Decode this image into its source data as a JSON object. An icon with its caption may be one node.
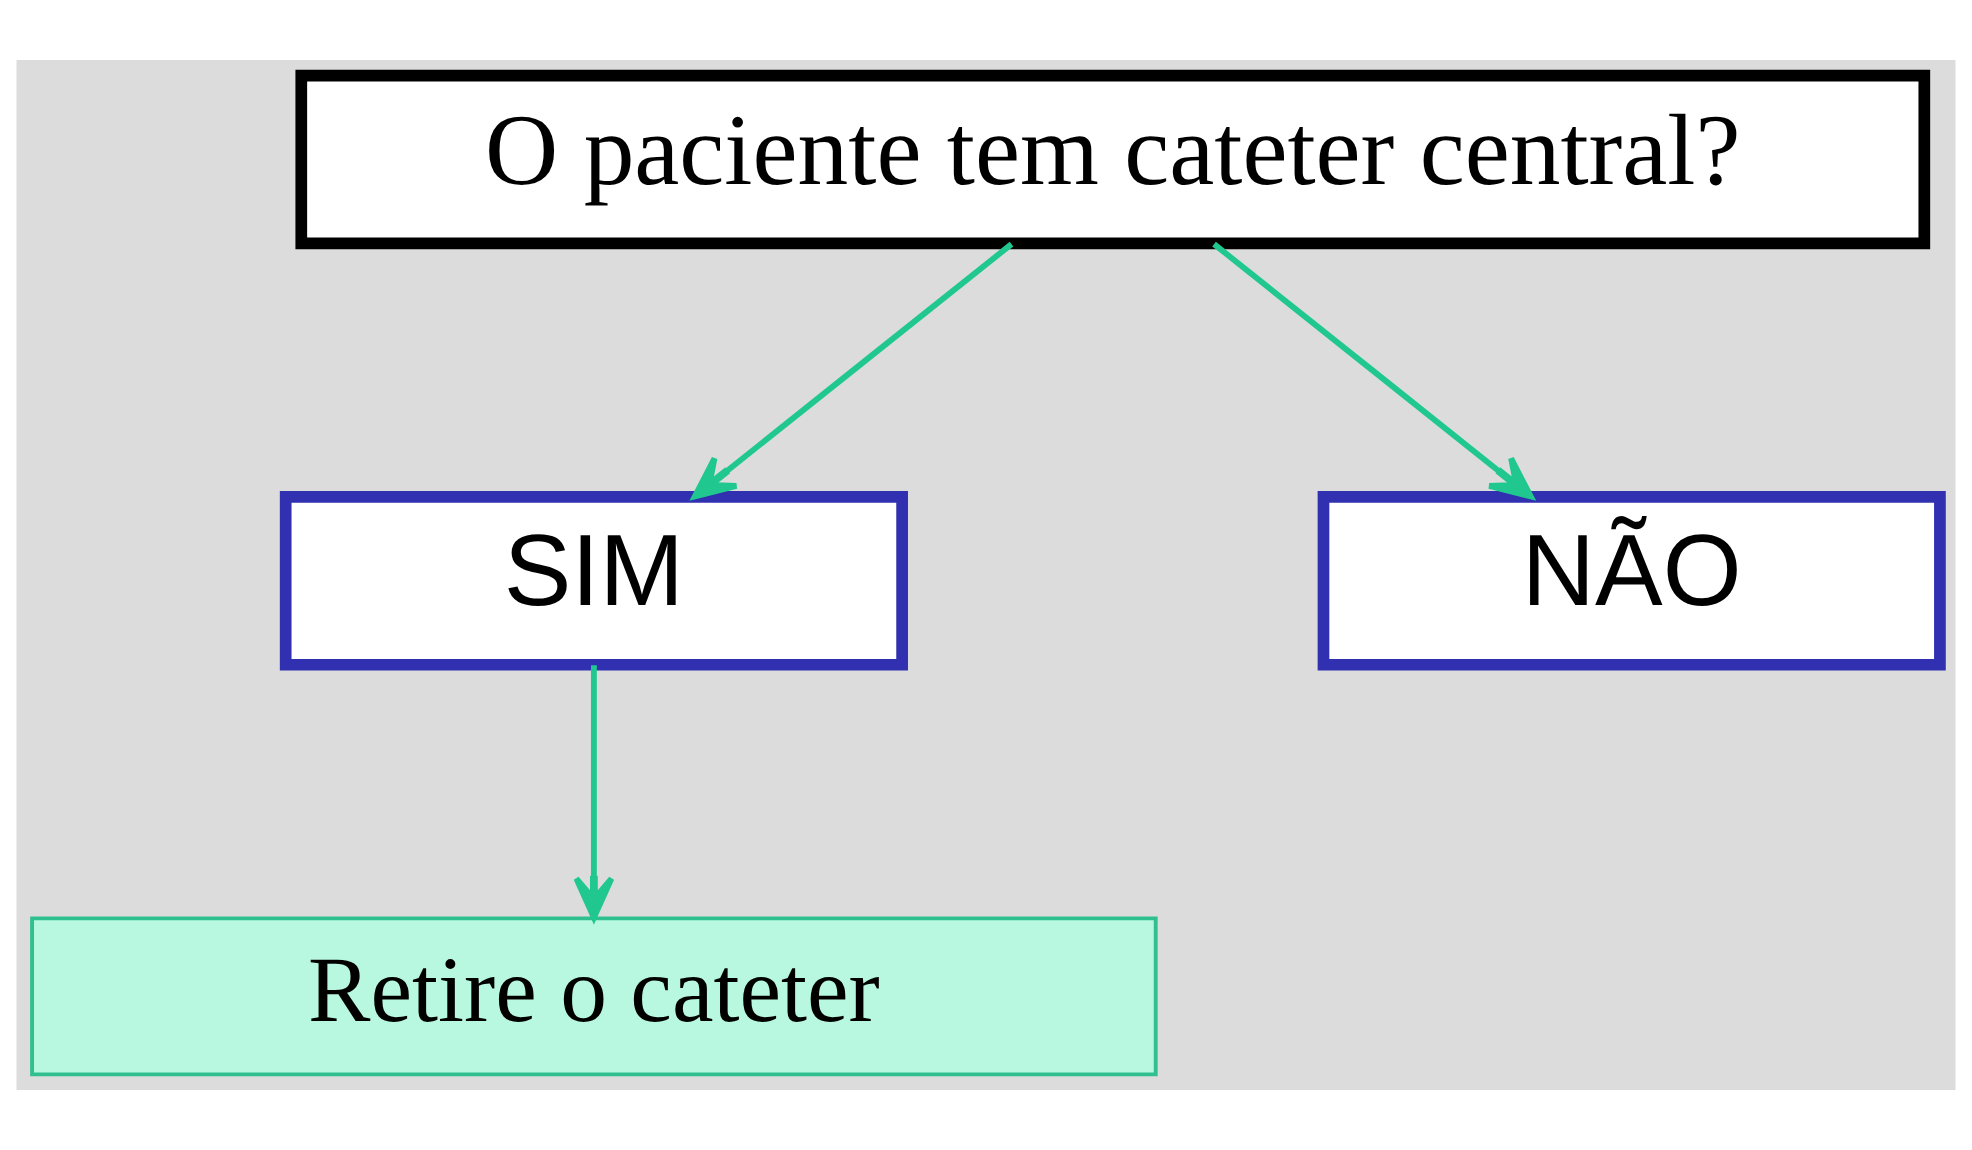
{
  "diagram": {
    "nodes": [
      {
        "text": [
          "O paciente tem cateter central?"
        ]
      },
      {
        "text": [
          "SIM"
        ]
      },
      {
        "text": [
          "NÃO"
        ]
      },
      {
        "text": [
          "Retire o cateter"
        ]
      }
    ],
    "edges": [
      {
        "from": 0,
        "to": 1,
        "arrow": "to"
      },
      {
        "from": 0,
        "to": 2,
        "arrow": "to"
      },
      {
        "from": 1,
        "to": 3,
        "arrow": "to"
      }
    ]
  }
}
